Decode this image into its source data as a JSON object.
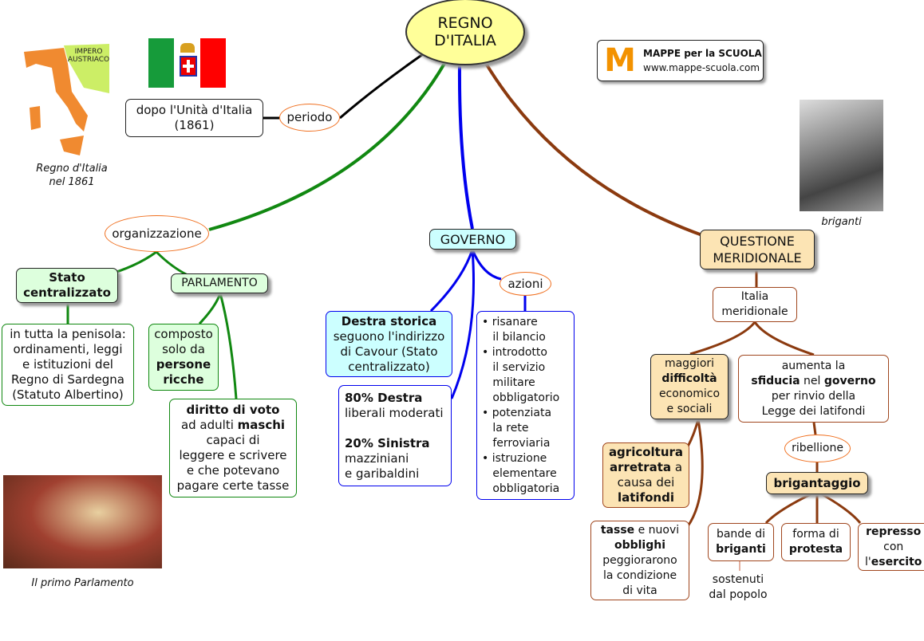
{
  "root": {
    "lines": [
      [
        {
          "t": "REGNO"
        }
      ],
      [
        {
          "t": "D'ITALIA"
        }
      ]
    ]
  },
  "periodo": {
    "label": "periodo",
    "target": [
      [
        {
          "t": "dopo l'Unità d'Italia"
        }
      ],
      [
        {
          "t": "(1861)"
        }
      ]
    ]
  },
  "map_caption": {
    "lines": [
      [
        {
          "t": "Regno d'Italia"
        }
      ],
      [
        {
          "t": "nel 1861"
        }
      ]
    ],
    "map_label": "IMPERO AUSTRIACO"
  },
  "logo": {
    "title": "MAPPE per la SCUOLA",
    "url": "www.mappe-scuola.com"
  },
  "briganti_caption": "briganti",
  "parliament_caption": "Il primo Parlamento",
  "organizzazione": {
    "label": "organizzazione",
    "stato": [
      [
        {
          "t": "Stato",
          "b": 1
        }
      ],
      [
        {
          "t": "centralizzato",
          "b": 1
        }
      ]
    ],
    "stato_desc": [
      [
        {
          "t": "in tutta la penisola:"
        }
      ],
      [
        {
          "t": "ordinamenti, leggi"
        }
      ],
      [
        {
          "t": "e istituzioni del"
        }
      ],
      [
        {
          "t": "Regno di Sardegna"
        }
      ],
      [
        {
          "t": "(Statuto Albertino)"
        }
      ]
    ],
    "parlamento": [
      [
        {
          "t": "PARLAMENTO"
        }
      ]
    ],
    "composto": [
      [
        {
          "t": "composto"
        }
      ],
      [
        {
          "t": "solo da"
        }
      ],
      [
        {
          "t": "persone",
          "b": 1
        }
      ],
      [
        {
          "t": "ricche",
          "b": 1
        }
      ]
    ],
    "voto": [
      [
        {
          "t": "diritto di voto",
          "b": 1
        }
      ],
      [
        {
          "t": "ad adulti "
        },
        {
          "t": "maschi",
          "b": 1
        }
      ],
      [
        {
          "t": "capaci di"
        }
      ],
      [
        {
          "t": "leggere e scrivere"
        }
      ],
      [
        {
          "t": "e che potevano"
        }
      ],
      [
        {
          "t": "pagare certe tasse"
        }
      ]
    ]
  },
  "governo": {
    "label": [
      [
        {
          "t": "GOVERNO"
        }
      ]
    ],
    "destra": [
      [
        {
          "t": "Destra storica",
          "b": 1
        }
      ],
      [
        {
          "t": "seguono l'indirizzo"
        }
      ],
      [
        {
          "t": "di Cavour (Stato"
        }
      ],
      [
        {
          "t": "centralizzato)"
        }
      ]
    ],
    "composizione": [
      [
        {
          "t": "80% Destra",
          "b": 1
        }
      ],
      [
        {
          "t": "liberali moderati"
        }
      ],
      [
        {
          "t": " "
        }
      ],
      [
        {
          "t": "20% Sinistra",
          "b": 1
        }
      ],
      [
        {
          "t": "mazziniani"
        }
      ],
      [
        {
          "t": "e garibaldini"
        }
      ]
    ],
    "azioni_label": "azioni",
    "azioni": [
      [
        {
          "t": "• risanare"
        }
      ],
      [
        {
          "t": "   il bilancio"
        }
      ],
      [
        {
          "t": "• introdotto"
        }
      ],
      [
        {
          "t": "   il servizio"
        }
      ],
      [
        {
          "t": "   militare"
        }
      ],
      [
        {
          "t": "   obbligatorio"
        }
      ],
      [
        {
          "t": "• potenziata"
        }
      ],
      [
        {
          "t": "   la rete"
        }
      ],
      [
        {
          "t": "   ferroviaria"
        }
      ],
      [
        {
          "t": "• istruzione"
        }
      ],
      [
        {
          "t": "   elementare"
        }
      ],
      [
        {
          "t": "   obbligatoria"
        }
      ]
    ]
  },
  "questione": {
    "label": [
      [
        {
          "t": "QUESTIONE"
        }
      ],
      [
        {
          "t": "MERIDIONALE"
        }
      ]
    ],
    "italia": [
      [
        {
          "t": "Italia"
        }
      ],
      [
        {
          "t": "meridionale"
        }
      ]
    ],
    "difficolta": [
      [
        {
          "t": "maggiori"
        }
      ],
      [
        {
          "t": "difficoltà",
          "b": 1
        }
      ],
      [
        {
          "t": "economico"
        }
      ],
      [
        {
          "t": "e sociali"
        }
      ]
    ],
    "sfiducia": [
      [
        {
          "t": "aumenta la"
        }
      ],
      [
        {
          "t": "sfiducia",
          "b": 1
        },
        {
          "t": " nel "
        },
        {
          "t": "governo",
          "b": 1
        }
      ],
      [
        {
          "t": "per rinvio della"
        }
      ],
      [
        {
          "t": "Legge dei latifondi"
        }
      ]
    ],
    "agricoltura": [
      [
        {
          "t": "agricoltura",
          "b": 1
        }
      ],
      [
        {
          "t": "arretrata",
          "b": 1
        },
        {
          "t": " a"
        }
      ],
      [
        {
          "t": "causa dei"
        }
      ],
      [
        {
          "t": "latifondi",
          "b": 1
        }
      ]
    ],
    "tasse": [
      [
        {
          "t": "tasse",
          "b": 1
        },
        {
          "t": " e nuovi"
        }
      ],
      [
        {
          "t": "obblighi",
          "b": 1
        }
      ],
      [
        {
          "t": "peggiorarono"
        }
      ],
      [
        {
          "t": "la condizione"
        }
      ],
      [
        {
          "t": "di vita"
        }
      ]
    ],
    "ribellione": "ribellione",
    "brigantaggio": [
      [
        {
          "t": "brigantaggio",
          "b": 1
        }
      ]
    ],
    "bande": [
      [
        {
          "t": "bande di"
        }
      ],
      [
        {
          "t": "briganti",
          "b": 1
        }
      ]
    ],
    "protesta": [
      [
        {
          "t": "forma di"
        }
      ],
      [
        {
          "t": "protesta",
          "b": 1
        }
      ]
    ],
    "represso": [
      [
        {
          "t": "represso",
          "b": 1
        }
      ],
      [
        {
          "t": "con"
        }
      ],
      [
        {
          "t": "l'"
        },
        {
          "t": "esercito",
          "b": 1
        }
      ]
    ],
    "sostenuti": [
      [
        {
          "t": "sostenuti"
        }
      ],
      [
        {
          "t": "dal popolo"
        }
      ]
    ]
  }
}
